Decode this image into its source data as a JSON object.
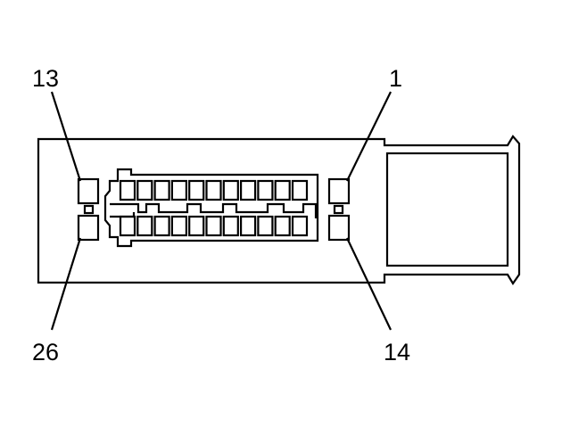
{
  "pin_labels": {
    "top_left": "13",
    "top_right": "1",
    "bottom_left": "26",
    "bottom_right": "14"
  },
  "colors": {
    "stroke": "#000000",
    "background": "#ffffff"
  }
}
